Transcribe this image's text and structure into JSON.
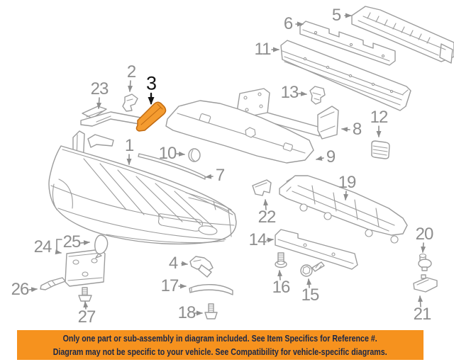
{
  "diagram": {
    "highlighted_ref": "3",
    "callouts": {
      "c1": "1",
      "c2": "2",
      "c3": "3",
      "c4": "4",
      "c5": "5",
      "c6": "6",
      "c7": "7",
      "c8": "8",
      "c9": "9",
      "c10": "10",
      "c11": "11",
      "c12": "12",
      "c13": "13",
      "c14": "14",
      "c15": "15",
      "c16": "16",
      "c17": "17",
      "c18": "18",
      "c19": "19",
      "c20": "20",
      "c21": "21",
      "c22": "22",
      "c23": "23",
      "c24": "24",
      "c25": "25",
      "c26": "26",
      "c27": "27"
    },
    "colors": {
      "part_line": "#9C9C9C",
      "label_gray": "#8E8E8E",
      "label_black": "#141414",
      "highlight_fill": "#F49B2F",
      "highlight_stroke": "#C06A12"
    }
  },
  "banner": {
    "line1": "Only one part or sub-assembly in diagram included. See Item Specifics for Reference #.",
    "line2": "Diagram may not be specific to your vehicle. See Compatibility for vehicle-specific diagrams.",
    "bg_color": "#F6921E",
    "text_color": "#1B2746"
  }
}
